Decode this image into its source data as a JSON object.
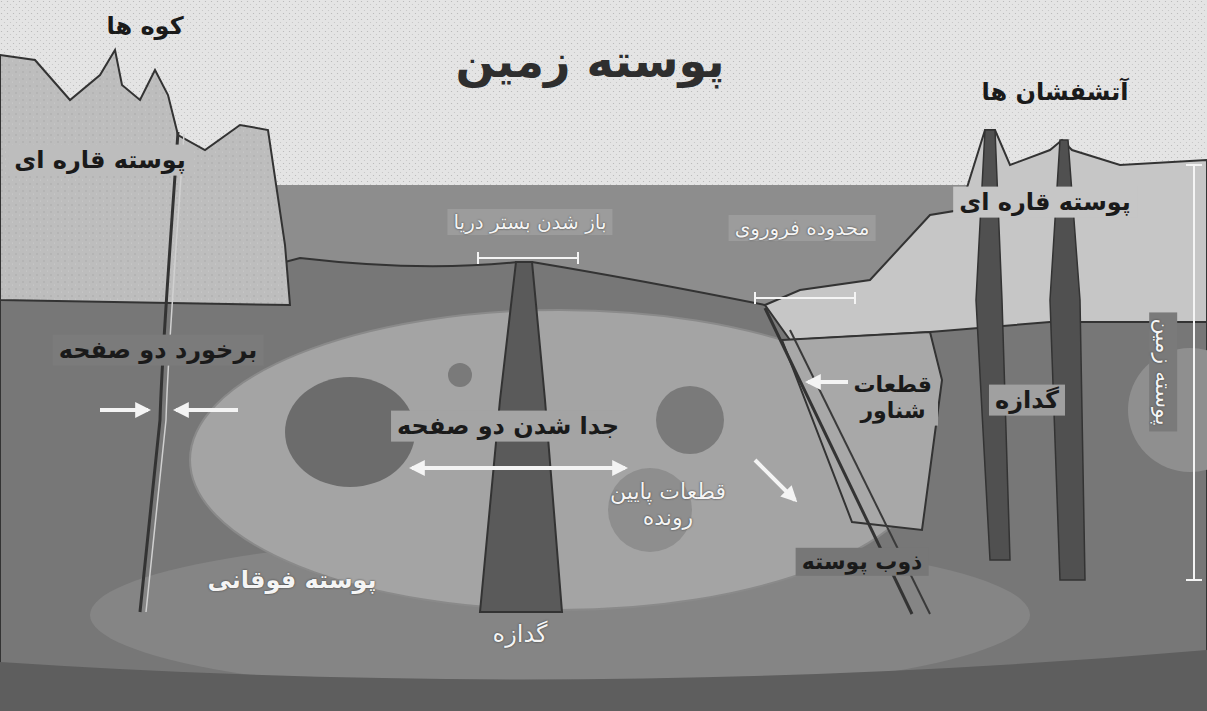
{
  "diagram": {
    "title": "پوسته زمین",
    "labels": [
      "کوه ها",
      "پوسته قاره ای",
      "آتشفشان ها",
      "باز شدن بستر دریا",
      "محدوده فروروی",
      "پوسته قاره ای",
      "برخورد دو صفحه",
      "قطعات شناور",
      "گدازه",
      "پوسته زمین",
      "جدا شدن دو صفحه",
      "قطعات پایین رونده",
      "ذوب پوسته",
      "پوسته فوقانی",
      "گدازه"
    ]
  }
}
